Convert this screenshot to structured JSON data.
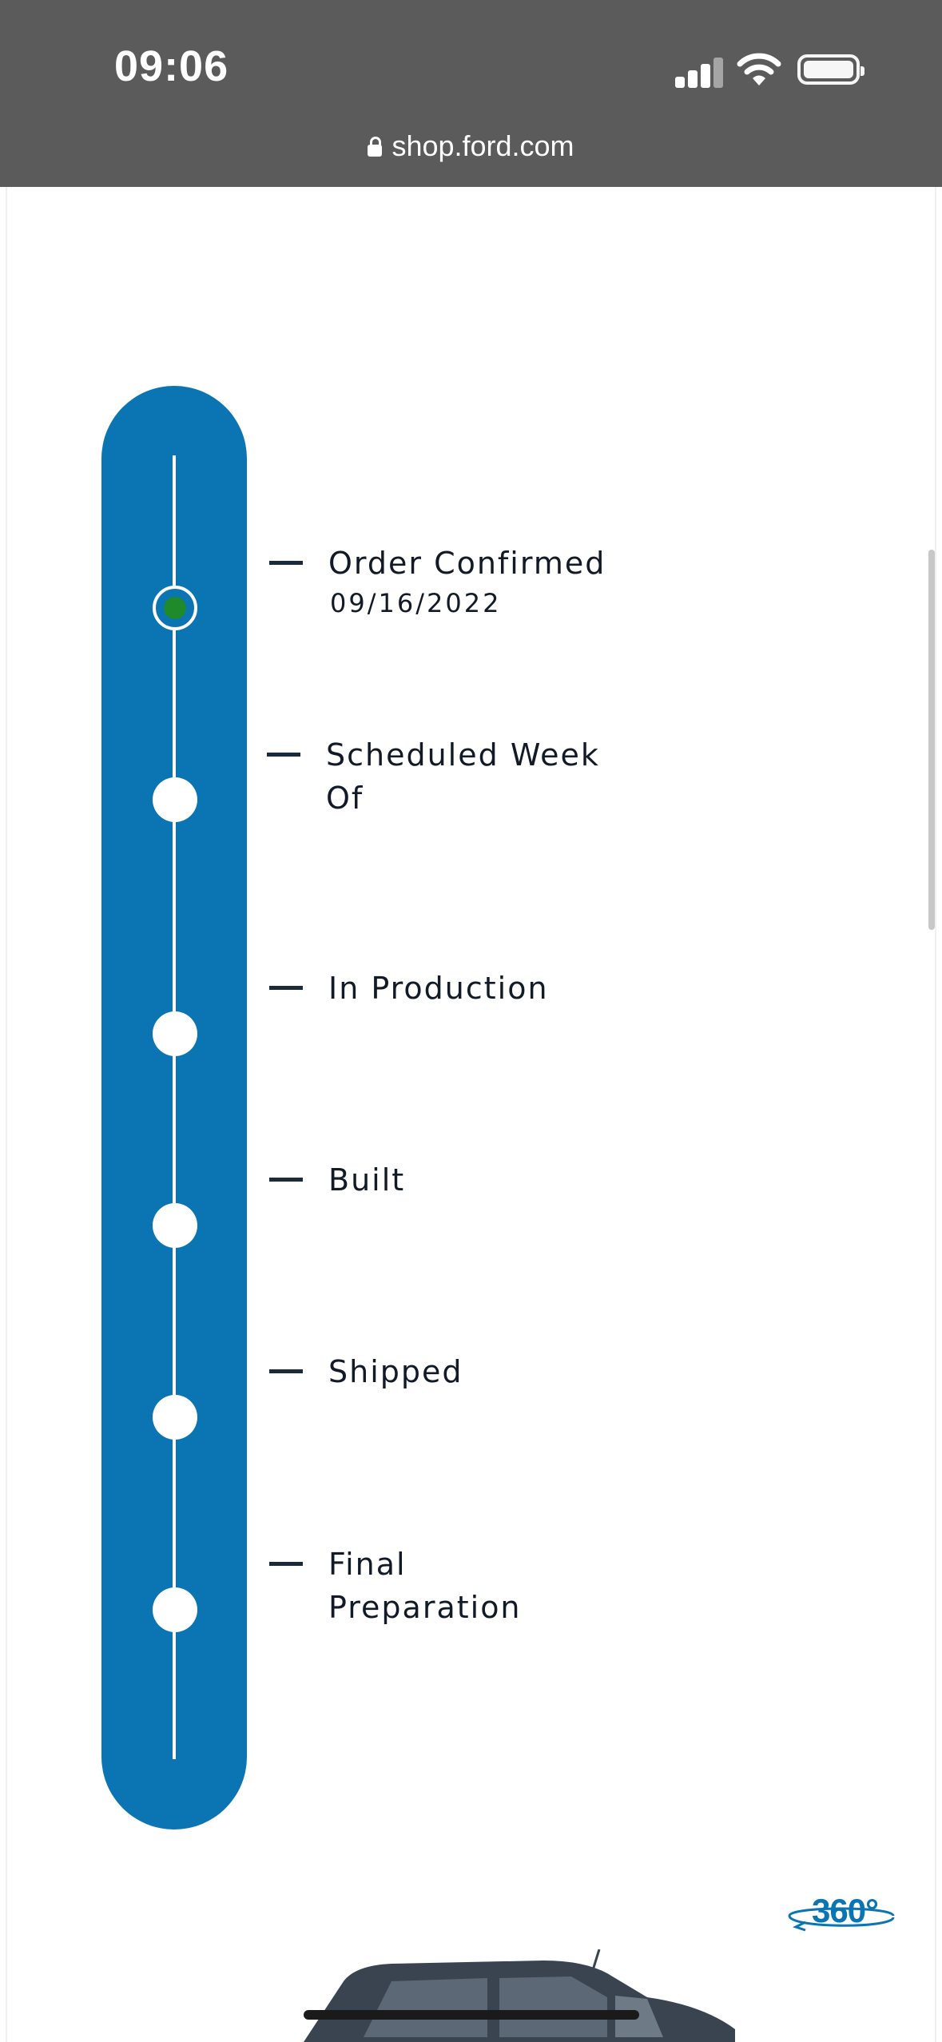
{
  "status_bar": {
    "time": "09:06",
    "icons": [
      "cellular-signal-icon",
      "wifi-icon",
      "battery-icon"
    ]
  },
  "address_bar": {
    "url": "shop.ford.com",
    "icon": "lock-icon"
  },
  "timeline": {
    "colors": {
      "track": "#0b74b3",
      "active_dot": "#1f8a2a",
      "text": "#111a26"
    },
    "stages": [
      {
        "label": "Order Confirmed",
        "date": "09/16/2022",
        "status": "complete"
      },
      {
        "label": "Scheduled Week\nOf",
        "date": "",
        "status": "pending"
      },
      {
        "label": "In Production",
        "date": "",
        "status": "pending"
      },
      {
        "label": "Built",
        "date": "",
        "status": "pending"
      },
      {
        "label": "Shipped",
        "date": "",
        "status": "pending"
      },
      {
        "label": "Final\nPreparation",
        "date": "",
        "status": "pending"
      }
    ]
  },
  "viewer": {
    "badge_text": "360°",
    "icon": "rotate-360-icon"
  }
}
